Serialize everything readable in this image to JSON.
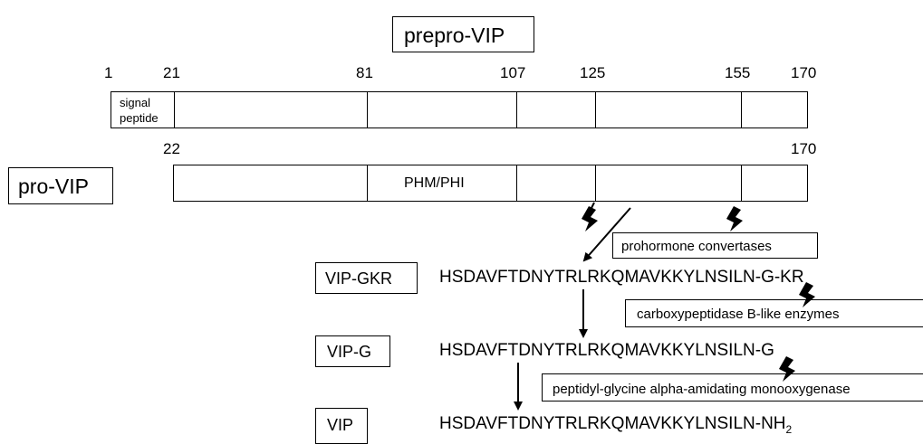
{
  "prepro_title": "prepro-VIP",
  "pro_title": "pro-VIP",
  "positions_top": [
    "1",
    "21",
    "81",
    "107",
    "125",
    "155",
    "170"
  ],
  "positions_mid": [
    "22",
    "170"
  ],
  "signal_peptide": [
    "signal",
    "peptide"
  ],
  "phm_phi": "PHM/PHI",
  "enzymes": {
    "prohormone": "prohormone convertases",
    "carboxy": "carboxypeptidase B-like enzymes",
    "amidating": "peptidyl-glycine alpha-amidating monooxygenase"
  },
  "peptides": [
    {
      "name": "VIP-GKR",
      "sequence": "HSDAVFTDNYTRLRKQMAVKKYLNSILN-G-KR",
      "sub": ""
    },
    {
      "name": "VIP-G",
      "sequence": "HSDAVFTDNYTRLRKQMAVKKYLNSILN-G",
      "sub": ""
    },
    {
      "name": "VIP",
      "sequence": "HSDAVFTDNYTRLRKQMAVKKYLNSILN-NH",
      "sub": "2"
    }
  ]
}
